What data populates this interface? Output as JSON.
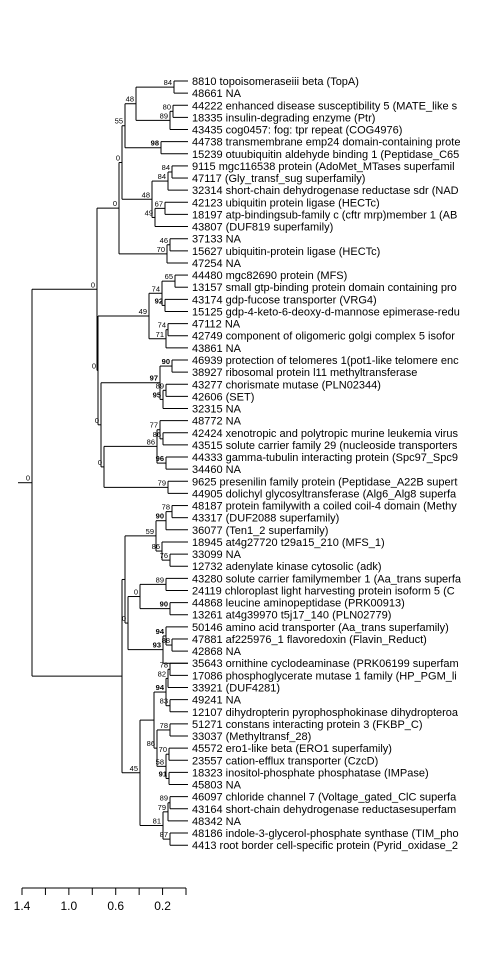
{
  "tree": {
    "leaves": [
      "8810 topoisomeraseiii beta (TopA)",
      "48661 NA",
      "44222 enhanced disease susceptibility 5 (MATE_like s",
      "18335 insulin-degrading enzyme (Ptr)",
      "43435 cog0457: fog: tpr repeat (COG4976)",
      "44738 transmembrane emp24 domain-containing prote",
      "15239 otuubiquitin aldehyde binding 1 (Peptidase_C65",
      "9115 mgc116538 protein (AdoMet_MTases superfamil",
      "47117 (Gly_transf_sug superfamily)",
      "32314 short-chain dehydrogenase reductase sdr (NAD",
      "42123 ubiquitin protein ligase (HECTc)",
      "18197 atp-bindingsub-family c (cftr mrp)member 1 (AB",
      "43807 (DUF819 superfamily)",
      "37133 NA",
      "15627 ubiquitin-protein ligase (HECTc)",
      "47254 NA",
      "44480 mgc82690 protein (MFS)",
      "13157 small gtp-binding protein domain containing pro",
      "43174 gdp-fucose transporter (VRG4)",
      "15125 gdp-4-keto-6-deoxy-d-mannose epimerase-redu",
      "47112 NA",
      "42749 component of oligomeric golgi complex 5 isofor",
      "43861 NA",
      "46939 protection of telomeres 1(pot1-like telomere enc",
      "38927 ribosomal protein l11 methyltransferase",
      "43277 chorismate mutase (PLN02344)",
      "42606 (SET)",
      "32315 NA",
      "48772 NA",
      "42424 xenotropic and polytropic murine leukemia virus",
      "43515 solute carrier family 29 (nucleoside transporters",
      "44333 gamma-tubulin interacting protein (Spc97_Spc9",
      "34460 NA",
      "9625 presenilin family protein (Peptidase_A22B supert",
      "44905 dolichyl glycosyltransferase (Alg6_Alg8 superfa",
      "48187 protein familywith a coiled coil-4 domain (Methy",
      "43317 (DUF2088 superfamily)",
      "36077 (Ten1_2 superfamily)",
      "18945 at4g27720 t29a15_210 (MFS_1)",
      "33099 NA",
      "12732 adenylate kinase cytosolic (adk)",
      "43280 solute carrier familymember 1 (Aa_trans superfa",
      "24119 chloroplast light harvesting protein isoform 5 (C",
      "44868 leucine aminopeptidase (PRK00913)",
      "13261 at4g39970 t5j17_140 (PLN02779)",
      "50146 amino acid transporter (Aa_trans superfamily)",
      "47881 af225976_1 flavoredoxin (Flavin_Reduct)",
      "42868 NA",
      "35643 ornithine cyclodeaminase (PRK06199 superfam",
      "17086 phosphoglycerate mutase 1 family (HP_PGM_li",
      "33921 (DUF4281)",
      "49241 NA",
      "12107 dihydropterin pyrophosphokinase dihydropteroa",
      "51271 constans interacting protein 3 (FKBP_C)",
      "33037 (Methyltransf_28)",
      "45572 ero1-like beta (ERO1 superfamily)",
      "23557 cation-efflux transporter (CzcD)",
      "18323 inositol-phosphate phosphatase (IMPase)",
      "45803 NA",
      "46097 chloride channel 7 (Voltage_gated_ClC superfa",
      "43164 short-chain dehydrogenase reductasesuperfam",
      "48342 NA",
      "48186 indole-3-glycerol-phosphate synthase (TIM_pho",
      "4413 root border cell-specific protein (Pyrid_oxidase_2"
    ],
    "support": [
      {
        "v": "84",
        "b": false
      },
      {
        "v": "48",
        "b": false
      },
      {
        "v": "80",
        "b": false
      },
      {
        "v": "89",
        "b": false
      },
      {
        "v": "55",
        "b": false
      },
      {
        "v": "98",
        "b": true
      },
      {
        "v": "0",
        "b": false
      },
      {
        "v": "84",
        "b": false
      },
      {
        "v": "84",
        "b": false
      },
      {
        "v": "48",
        "b": false
      },
      {
        "v": "49",
        "b": false
      },
      {
        "v": "67",
        "b": false
      },
      {
        "v": "0",
        "b": false
      },
      {
        "v": "46",
        "b": false
      },
      {
        "v": "70",
        "b": false
      },
      {
        "v": "0",
        "b": false
      },
      {
        "v": "65",
        "b": false
      },
      {
        "v": "74",
        "b": false
      },
      {
        "v": "92",
        "b": true
      },
      {
        "v": "49",
        "b": false
      },
      {
        "v": "74",
        "b": false
      },
      {
        "v": "71",
        "b": false
      },
      {
        "v": "0",
        "b": false
      },
      {
        "v": "90",
        "b": true
      },
      {
        "v": "97",
        "b": true
      },
      {
        "v": "89",
        "b": false
      },
      {
        "v": "95",
        "b": true
      },
      {
        "v": "0",
        "b": false
      },
      {
        "v": "77",
        "b": false
      },
      {
        "v": "86",
        "b": false
      },
      {
        "v": "86",
        "b": false
      },
      {
        "v": "96",
        "b": true
      },
      {
        "v": "0",
        "b": false
      },
      {
        "v": "79",
        "b": false
      },
      {
        "v": "0",
        "b": false
      },
      {
        "v": "78",
        "b": false
      },
      {
        "v": "90",
        "b": true
      },
      {
        "v": "86",
        "b": false
      },
      {
        "v": "76",
        "b": false
      },
      {
        "v": "59",
        "b": false
      },
      {
        "v": "89",
        "b": false
      },
      {
        "v": "0",
        "b": false
      },
      {
        "v": "90",
        "b": true
      },
      {
        "v": "93",
        "b": true
      },
      {
        "v": "94",
        "b": true
      },
      {
        "v": "88",
        "b": false
      },
      {
        "v": "78",
        "b": false
      },
      {
        "v": "82",
        "b": false
      },
      {
        "v": "94",
        "b": true
      },
      {
        "v": "83",
        "b": false
      },
      {
        "v": "86",
        "b": false
      },
      {
        "v": "78",
        "b": false
      },
      {
        "v": "58",
        "b": false
      },
      {
        "v": "70",
        "b": false
      },
      {
        "v": "91",
        "b": true
      },
      {
        "v": "45",
        "b": false
      },
      {
        "v": "89",
        "b": false
      },
      {
        "v": "79",
        "b": false
      },
      {
        "v": "81",
        "b": false
      },
      {
        "v": "87",
        "b": false
      },
      {
        "v": "0",
        "b": false
      }
    ]
  },
  "scale": {
    "ticks": [
      "1.4",
      "1.0",
      "0.6",
      "0.2"
    ]
  }
}
